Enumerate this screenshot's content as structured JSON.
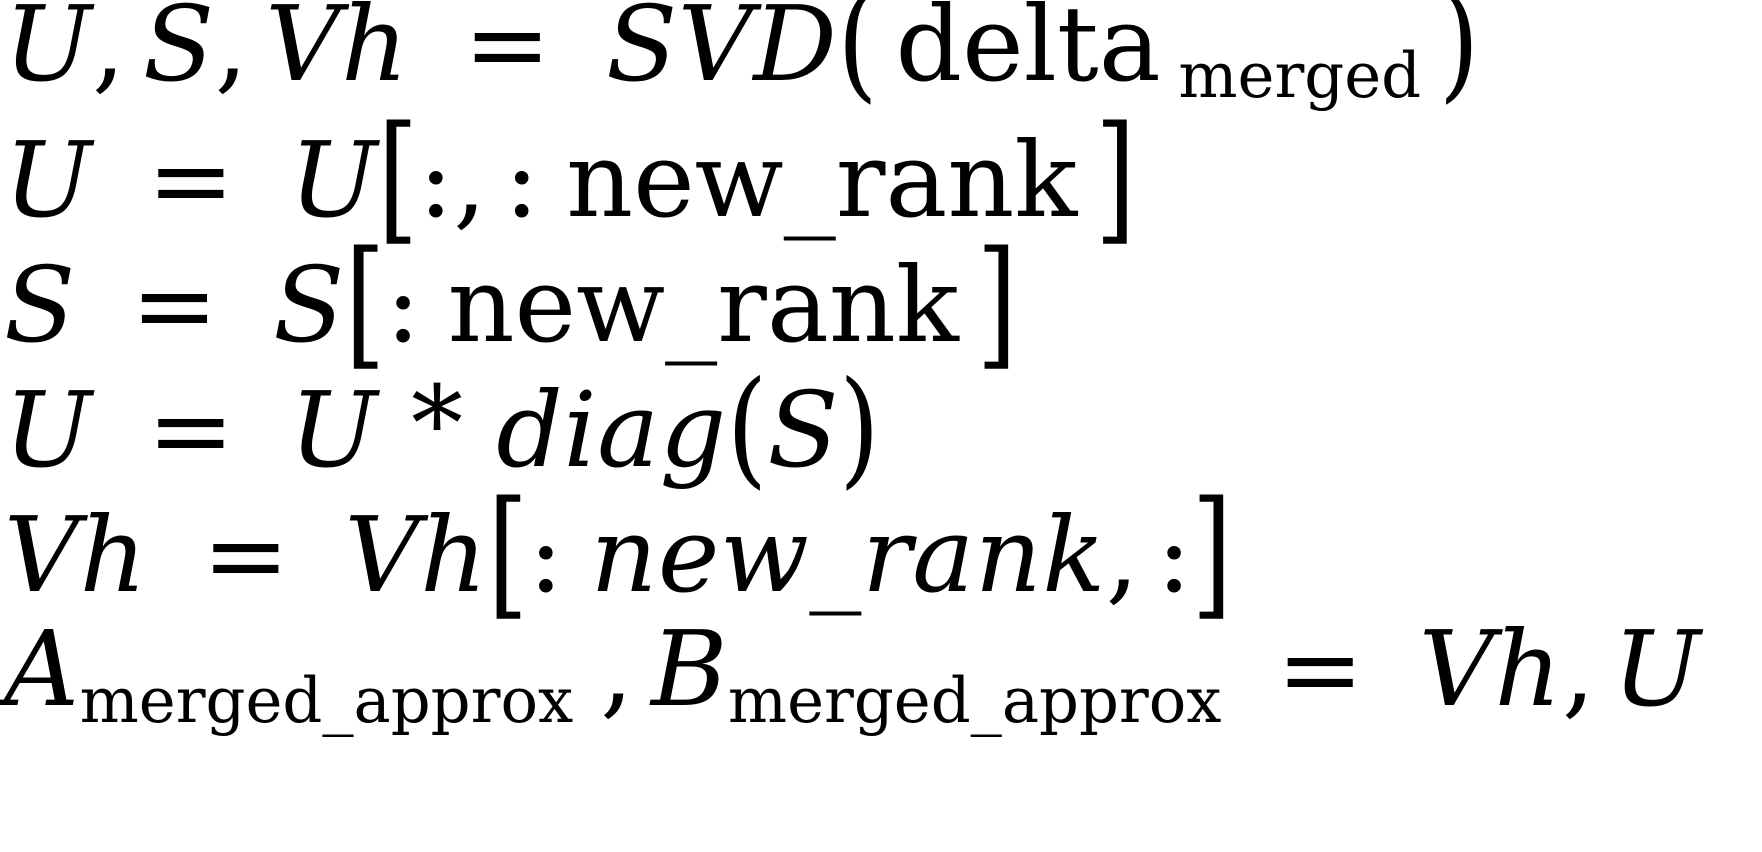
{
  "document": {
    "kind": "rendered-latex-equation-block",
    "background_color": "#ffffff",
    "text_color": "#000000",
    "line_count": 6
  },
  "equations": [
    {
      "id": "line-1-svd",
      "plain_text": "U, S, Vh = SVD( delta merged )",
      "tokens": {
        "lhs_u": "U",
        "comma_1": ",",
        "lhs_s": "S",
        "comma_2": ",",
        "lhs_v": "V",
        "lhs_h": "h",
        "equals": "=",
        "fn_s": "S",
        "fn_v": "V",
        "fn_d": "D",
        "paren_open": "(",
        "arg_name": "delta",
        "arg_subscript": "merged",
        "paren_close": ")"
      }
    },
    {
      "id": "line-2-u-slice",
      "plain_text": "U = U[:, : new_rank ]",
      "tokens": {
        "lhs": "U",
        "equals": "=",
        "rhs": "U",
        "bracket_open": "[",
        "colon_1": ":",
        "comma": ",",
        "colon_2": ":",
        "index": "new_rank",
        "bracket_close": "]"
      }
    },
    {
      "id": "line-3-s-slice",
      "plain_text": "S = S[: new_rank ]",
      "tokens": {
        "lhs": "S",
        "equals": "=",
        "rhs": "S",
        "bracket_open": "[",
        "colon_1": ":",
        "index": "new_rank",
        "bracket_close": "]"
      }
    },
    {
      "id": "line-4-u-diag",
      "plain_text": "U = U * diag(S)",
      "tokens": {
        "lhs": "U",
        "equals": "=",
        "rhs": "U",
        "asterisk": "*",
        "fn_name": "diag",
        "paren_open": "(",
        "fn_arg": "S",
        "paren_close": ")"
      }
    },
    {
      "id": "line-5-vh-slice",
      "plain_text": "Vh = Vh[: new_rank, :]",
      "tokens": {
        "lhs_v": "V",
        "lhs_h": "h",
        "equals": "=",
        "rhs_v": "V",
        "rhs_h": "h",
        "bracket_open": "[",
        "colon_1": ":",
        "index": "new_rank",
        "comma": ",",
        "colon_2": ":",
        "bracket_close": "]"
      }
    },
    {
      "id": "line-6-assign-ab",
      "plain_text": "A merged_approx , B merged_approx = Vh, U",
      "tokens": {
        "lhs_a": "A",
        "lhs_a_subscript": "merged_approx",
        "comma_mid": ",",
        "lhs_b": "B",
        "lhs_b_subscript": "merged_approx",
        "equals": "=",
        "rhs_v": "V",
        "rhs_h": "h",
        "comma_end": ",",
        "rhs_u": "U"
      }
    }
  ]
}
